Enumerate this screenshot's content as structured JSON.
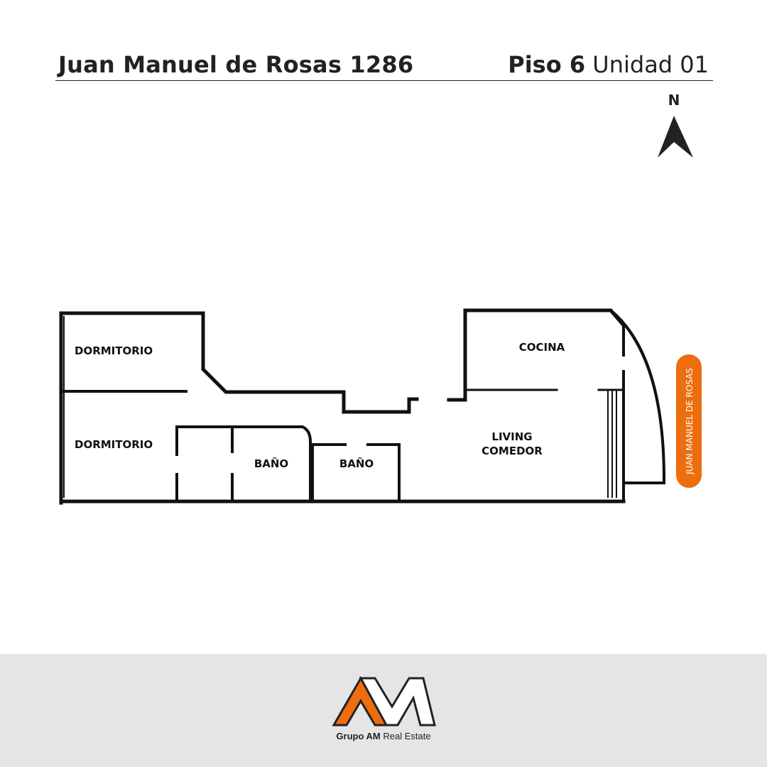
{
  "header": {
    "address": "Juan Manuel de Rosas 1286",
    "floor_label": "Piso 6",
    "unit_label": "Unidad 01"
  },
  "compass": {
    "letter": "N",
    "icon": "north-arrow-icon"
  },
  "rooms": {
    "dormitorio_1": "DORMITORIO",
    "dormitorio_2": "DORMITORIO",
    "bano_1": "BAÑO",
    "bano_2": "BAÑO",
    "cocina": "COCINA",
    "living_line1": "LIVING",
    "living_line2": "COMEDOR"
  },
  "street_badge": {
    "text": "JUAN MANUEL DE ROSAS",
    "color": "#ed6d0f"
  },
  "footer": {
    "brand_strong": "Grupo AM",
    "brand_rest": "Real Estate",
    "logo_icon": "grupo-am-logo-icon",
    "accent_color": "#ed6d0f",
    "background_color": "#e5e5e5"
  }
}
